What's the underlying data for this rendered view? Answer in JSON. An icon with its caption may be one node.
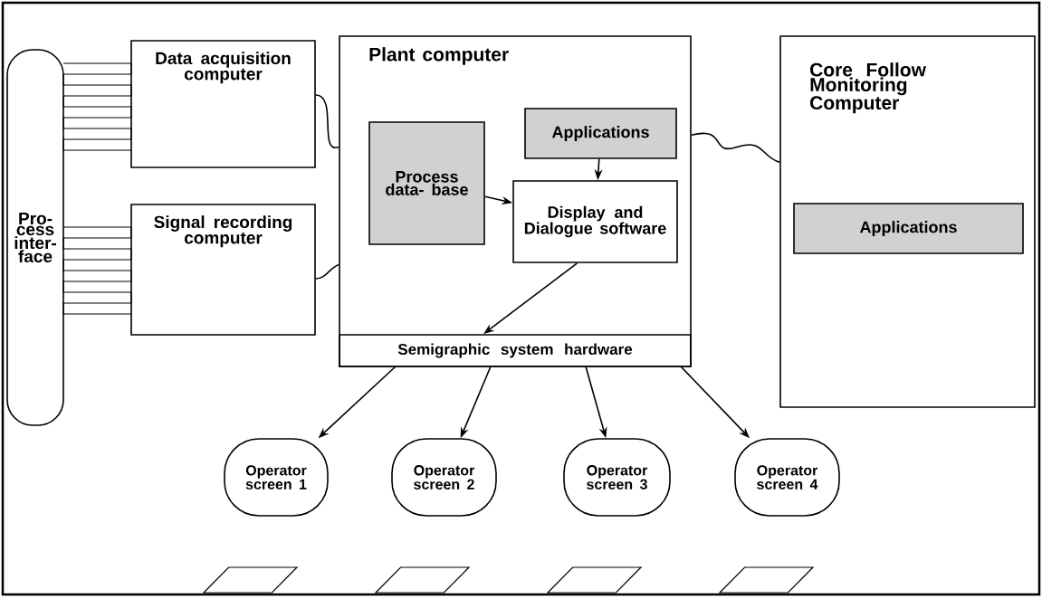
{
  "diagram": {
    "nodes": [
      {
        "text": [
          "Pro- cess inter- face"
        ]
      },
      {
        "text": [
          "Data acquisition computer"
        ]
      },
      {
        "text": [
          "Signal recording computer"
        ]
      },
      {
        "text": [
          "Plant computer"
        ]
      },
      {
        "text": [
          "Process data- base"
        ],
        "in": 3
      },
      {
        "text": [
          "Applications"
        ],
        "in": 3
      },
      {
        "text": [
          "Display and Dialogue software"
        ],
        "in": 3
      },
      {
        "text": [
          "Semigraphic system hardware"
        ],
        "in": 3
      },
      {
        "text": [
          "Core Follow Monitoring Computer"
        ]
      },
      {
        "text": [
          "Applications"
        ],
        "in": 8
      },
      {
        "text": [
          "Operator screen 1"
        ]
      },
      {
        "text": [
          "Operator screen 2"
        ]
      },
      {
        "text": [
          "Operator screen 3"
        ]
      },
      {
        "text": [
          "Operator screen 4"
        ]
      },
      {
        "text": [],
        "shape": "parallelogram"
      },
      {
        "text": [],
        "shape": "parallelogram"
      },
      {
        "text": [],
        "shape": "parallelogram"
      },
      {
        "text": [],
        "shape": "parallelogram"
      }
    ],
    "edges": [
      {
        "from": 0,
        "to": 1,
        "arrow": "none"
      },
      {
        "from": 0,
        "to": 2,
        "arrow": "none"
      },
      {
        "from": 1,
        "to": 3,
        "arrow": "none"
      },
      {
        "from": 2,
        "to": 3,
        "arrow": "none"
      },
      {
        "from": 5,
        "to": 6,
        "arrow": "to"
      },
      {
        "from": 4,
        "to": 6,
        "arrow": "to"
      },
      {
        "from": 6,
        "to": 7,
        "arrow": "to"
      },
      {
        "from": 3,
        "to": 8,
        "arrow": "none"
      },
      {
        "from": 7,
        "to": 10,
        "arrow": "to"
      },
      {
        "from": 7,
        "to": 11,
        "arrow": "to"
      },
      {
        "from": 7,
        "to": 12,
        "arrow": "to"
      },
      {
        "from": 7,
        "to": 13,
        "arrow": "to"
      }
    ]
  }
}
